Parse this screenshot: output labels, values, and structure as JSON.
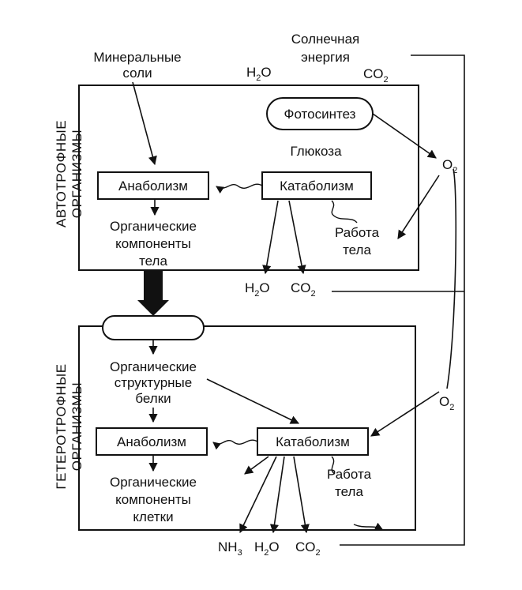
{
  "top": {
    "solar": [
      "Солнечная",
      "энергия"
    ],
    "minerals": [
      "Минеральные",
      "соли"
    ],
    "h2o": "H",
    "h2o_sub": "2",
    "h2o_tail": "O",
    "co2": "CO",
    "co2_sub": "2"
  },
  "auto": {
    "side_label": [
      "АВТОТРОФНЫЕ",
      "ОРГАНИЗМЫ"
    ],
    "photosynthesis": "Фотосинтез",
    "glucose": "Глюкоза",
    "anabolism": "Анаболизм",
    "catabolism": "Катаболизм",
    "organic": [
      "Органические",
      "компоненты",
      "тела"
    ],
    "work": [
      "Работа",
      "тела"
    ],
    "o2": "O",
    "o2_sub": "2",
    "out_h2o": "H",
    "out_h2o_sub": "2",
    "out_h2o_tail": "O",
    "out_co2": "CO",
    "out_co2_sub": "2"
  },
  "hetero": {
    "side_label": [
      "ГЕТЕРОТРОФНЫЕ",
      "ОРГАНИЗМЫ"
    ],
    "proteins": [
      "Органические",
      "структурные",
      "белки"
    ],
    "anabolism": "Анаболизм",
    "catabolism": "Катаболизм",
    "organic": [
      "Органические",
      "компоненты",
      "клетки"
    ],
    "work": [
      "Работа",
      "тела"
    ],
    "o2": "O",
    "o2_sub": "2",
    "nh3": "NH",
    "nh3_sub": "3",
    "out_h2o": "H",
    "out_h2o_sub": "2",
    "out_h2o_tail": "O",
    "out_co2": "CO",
    "out_co2_sub": "2"
  }
}
